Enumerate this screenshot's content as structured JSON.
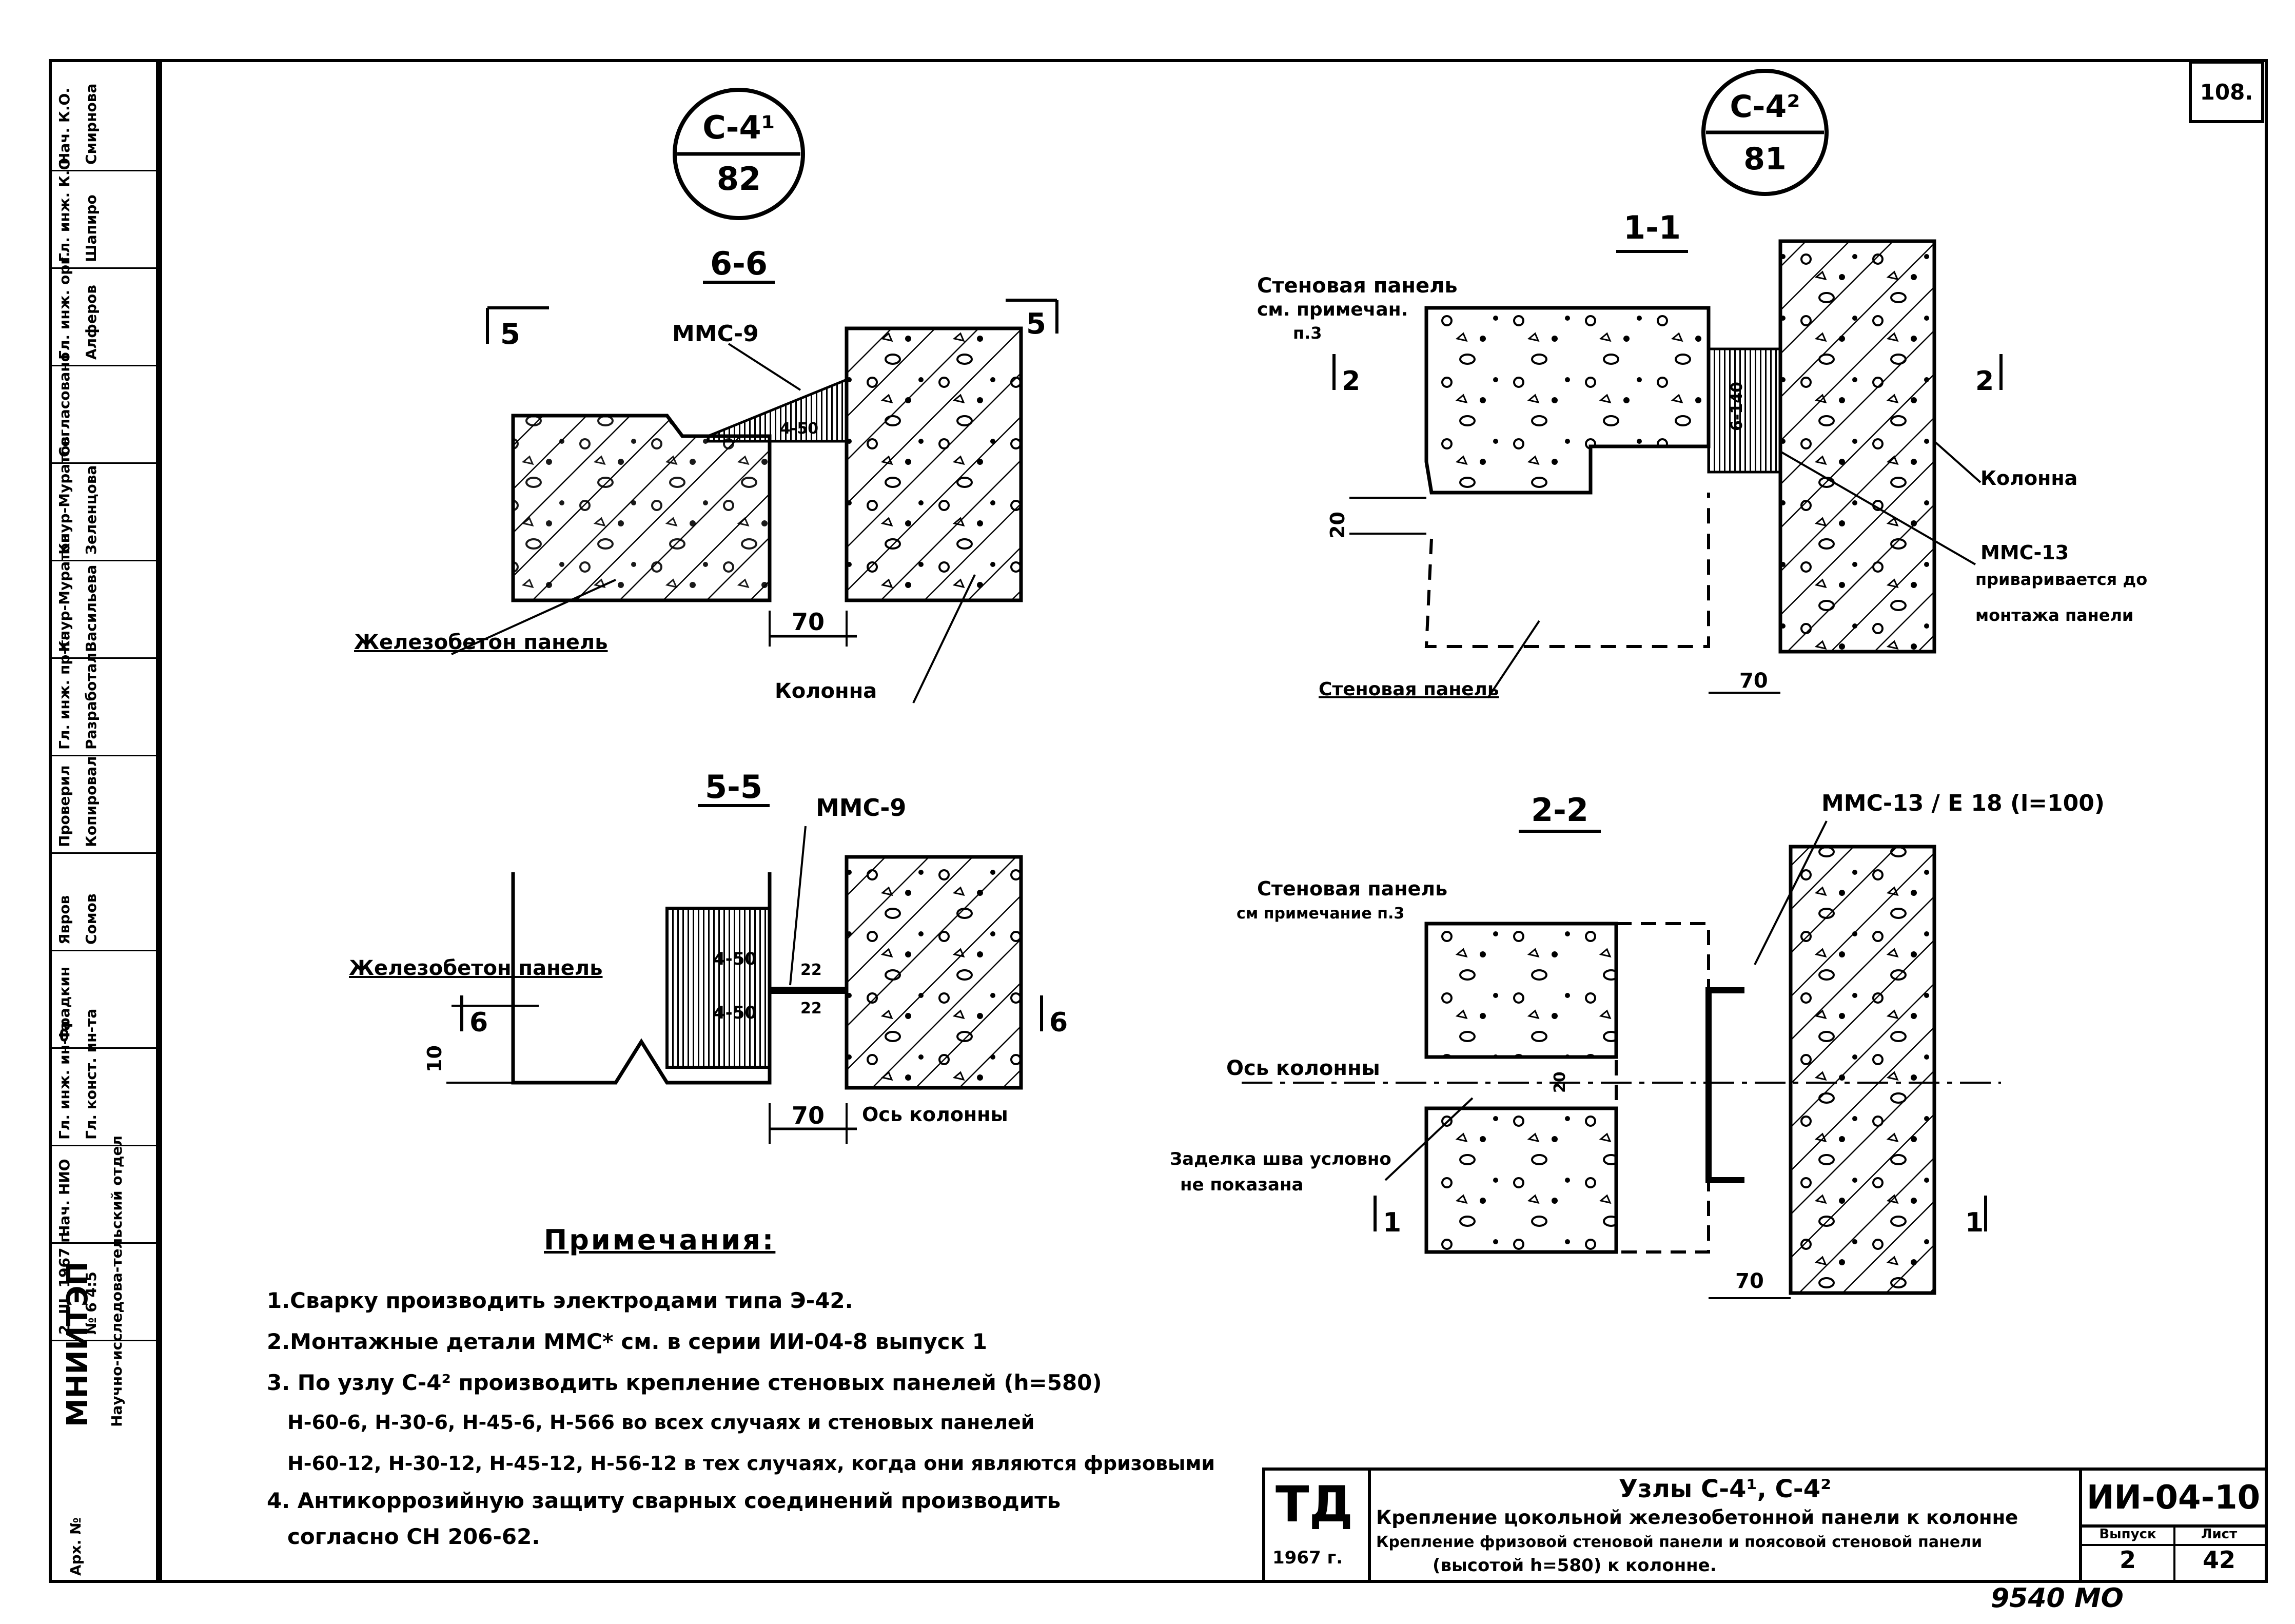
{
  "sheet_number": "108.",
  "side_stamp": {
    "org": "МНИИТЭП",
    "org_sub": "Научно-исследова-тельский отдел",
    "arch_no": "Арх. №",
    "cells": [
      {
        "role": "Нач. К.О.",
        "name": "Смирнова"
      },
      {
        "role": "Гл. инж. К.О.",
        "name": "Шапиро"
      },
      {
        "role": "Гл. инж. орг.",
        "name": "Алферов"
      },
      {
        "role": "Согласовано",
        "name": ""
      },
      {
        "role": "Кнур-Муратов",
        "name": "Зеленцова"
      },
      {
        "role": "Кнур-Муратов",
        "name": "Васильева"
      },
      {
        "role": "Гл. инж. пр-та",
        "name": "Разработал"
      },
      {
        "role": "Проверил",
        "name": "Копировал"
      },
      {
        "role": "Явров",
        "name": "Сомов"
      },
      {
        "role": "Фрадкин",
        "name": ""
      },
      {
        "role": "Гл. инж. ин-та",
        "name": "Гл. конст. ин-та"
      },
      {
        "role": "Нач. НИО",
        "name": ""
      },
      {
        "role": "2. III. 1967 г.",
        "name": "№ 6  4:5"
      }
    ]
  },
  "callouts": [
    {
      "top": "С-4¹",
      "bottom": "82"
    },
    {
      "top": "С-4²",
      "bottom": "81"
    }
  ],
  "sections": {
    "s66": {
      "title": "6-6",
      "cut_left": "5",
      "cut_right": "5",
      "mms": "ММС-9",
      "dim": "70",
      "label_panel": "Железобетон панель",
      "label_col": "Колонна",
      "weld": "4-50"
    },
    "s55": {
      "title": "5-5",
      "mms": "ММС-9",
      "cut_left": "6",
      "cut_right": "6",
      "weld_a": "4-50",
      "weld_b": "4-50",
      "dim_small": "22",
      "dim_small2": "22",
      "dim_10": "10",
      "dim": "70",
      "label_panel": "Железобетон панель",
      "label_axis": "Ось колонны"
    },
    "s11": {
      "title": "1-1",
      "cut_left": "2",
      "cut_right": "2",
      "label_wall": "Стеновая панель",
      "label_wall2": "см. примечан.",
      "label_wall3": "п.3",
      "dim_20": "20",
      "dim_70": "70",
      "label_col": "Колонна",
      "mms": "ММС-13",
      "mms_note": "приваривается до",
      "mms_note2": "монтажа панели",
      "label_bottom": "Стеновая панель",
      "weld": "6-140"
    },
    "s22": {
      "title": "2-2",
      "mms": "ММС-13 / Е 18  (l=100)",
      "label_wall": "Стеновая панель",
      "label_wall2": "см примечание п.3",
      "label_axis": "Ось колонны",
      "label_seal": "Заделка шва условно",
      "label_seal2": "не показана",
      "dim_20": "20",
      "dim_70": "70",
      "cut_left": "1",
      "cut_right": "1"
    }
  },
  "notes": {
    "title": "Примечания:",
    "items": [
      "1.Сварку производить электродами типа Э-42.",
      "2.Монтажные детали ММС* см. в серии ИИ-04-8 выпуск 1",
      "3. По узлу С-4² производить крепление стеновых панелей (h=580)",
      "Н-60-6, Н-30-6, Н-45-6, Н-566 во всех случаях и стеновых панелей",
      "Н-60-12, Н-30-12, Н-45-12, Н-56-12 в тех случаях, когда они являются фризовыми",
      "4. Антикоррозийную защиту сварных соединений производить",
      "согласно  СН  206-62."
    ]
  },
  "title_block": {
    "td": "ТД",
    "year": "1967 г.",
    "line1": "Узлы С-4¹, С-4²",
    "line2": "Крепление цокольной железобетонной панели к колонне",
    "line3": "Крепление фризовой стеновой панели и поясовой стеновой панели",
    "line4": "(высотой h=580) к колонне.",
    "code": "ИИ-04-10",
    "issue_label": "Выпуск",
    "issue": "2",
    "sheet_label": "Лист",
    "sheet": "42"
  },
  "handwritten": "9540 МО"
}
